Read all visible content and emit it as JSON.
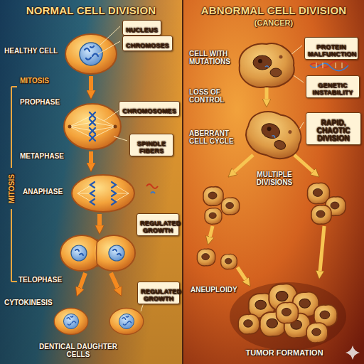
{
  "diagram": {
    "nodes": [
      {
        "text": [
          "NORMAL CELL DIVISION"
        ]
      },
      {
        "text": [
          "NUCLEUS"
        ],
        "in": 0
      },
      {
        "text": [
          "CHROMOSES"
        ],
        "in": 0
      },
      {
        "text": [
          "CHROMOSOMES"
        ],
        "in": 0
      },
      {
        "text": [
          "SPINDLE FIBERS"
        ],
        "in": 0
      },
      {
        "text": [
          "REGULATED GROWTH"
        ],
        "in": 0
      },
      {
        "text": [
          "REGULATED GROWTH"
        ],
        "in": 0
      },
      {
        "text": [
          "ABNORMAL CELL DIVISION",
          "(CANCER)"
        ]
      },
      {
        "text": [
          "PROTEIN MALFUNCTION"
        ],
        "in": 7
      },
      {
        "text": [
          "GENETIC INSTABILITY"
        ],
        "in": 7
      },
      {
        "text": [
          "RAPID, CHAOTIC DIVISION"
        ],
        "in": 7
      }
    ],
    "labels": [
      "HEALTHY CELL",
      "MITOSIS",
      "PROPHASE",
      "METAPHASE",
      "MITOSIS",
      "ANAPHASE",
      "TELOPHASE",
      "CYTOKINESIS",
      "DENTICAL DAUGHTER CELLS",
      "CELL WITH MUTATIONS",
      "LOSS OF CONTROL",
      "ABERRANT CELL CYCLE",
      "MULTIPLE DIVISIONS",
      "ANEUPLOIDY",
      "TUMOR FORMATION"
    ]
  }
}
